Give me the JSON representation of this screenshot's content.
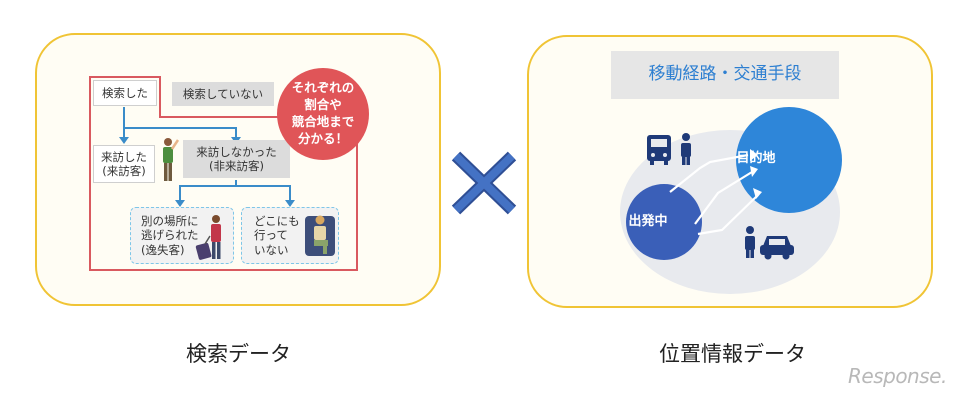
{
  "left": {
    "searched": "検索した",
    "not_searched": "検索していない",
    "visited": "来訪した\n(来訪客)",
    "not_visited": "来訪しなかった\n(非来訪客)",
    "escaped": "別の場所に\n逃げられた\n(逸失客)",
    "went_nowhere": "どこにも\n行って\nいない",
    "badge": "それぞれの\n割合や\n競合地まで\n分かる！",
    "caption": "検索データ"
  },
  "right": {
    "title": "移動経路・交通手段",
    "destination": "目的地",
    "departure": "出発中",
    "caption": "位置情報データ"
  },
  "brand": "Response.",
  "colors": {
    "panel_border": "#f0c435",
    "panel_bg": "#fffdf4",
    "flow_red": "#d9595f",
    "flow_blue": "#3a8cc9",
    "badge_red": "#e05558",
    "cross_blue": "#4472c4",
    "dest_circle": "#2e86d9",
    "departure_circle": "#3a5fb8",
    "title_band": "#e6e6e6",
    "title_text": "#2d7fd1"
  },
  "icons": [
    "pointing-person-icon",
    "traveler-with-suitcase-icon",
    "seated-person-icon",
    "bus-icon",
    "person-icon",
    "car-icon"
  ]
}
